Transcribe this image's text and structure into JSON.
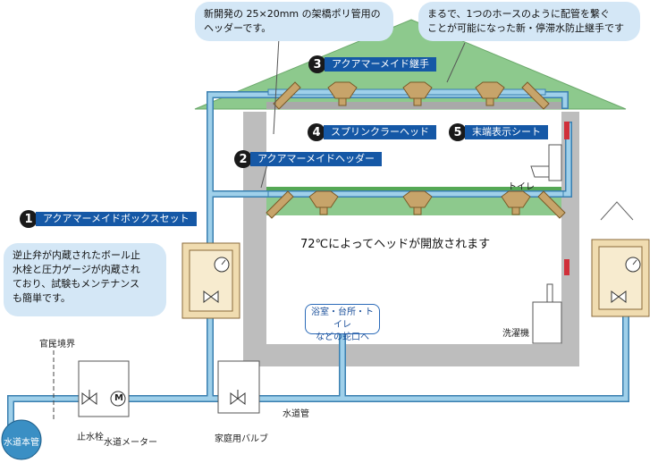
{
  "bubbles": {
    "new_header": [
      "新開発の 25×20mm の架橋ポリ管用の",
      "ヘッダーです。"
    ],
    "joint": [
      "まるで、1つのホースのように配管を繋ぐ",
      "ことが可能になった新・停滞水防止継手です"
    ],
    "box": [
      "逆止弁が内蔵されたボール止",
      "水栓と圧力ゲージが内蔵され",
      "ており、試験もメンテナンス",
      "も簡単です。"
    ]
  },
  "badges": [
    {
      "num": "1",
      "label": "アクアマーメイドボックスセット"
    },
    {
      "num": "2",
      "label": "アクアマーメイドヘッダー"
    },
    {
      "num": "3",
      "label": "アクアマーメイド継手"
    },
    {
      "num": "4",
      "label": "スプリンクラーヘッド"
    },
    {
      "num": "5",
      "label": "末端表示シート"
    }
  ],
  "labels": {
    "toilet": "トイレ",
    "washer": "洗濯機",
    "head_open": "72℃によってヘッドが開放されます",
    "boundary": "官民境界",
    "water_main": "水道本管",
    "stop_valve": "止水栓",
    "water_meter": "水道メーター",
    "house_valve": "家庭用バルブ",
    "water_pipe": "水道管"
  },
  "callout": [
    "浴室・台所・トイレ",
    "などの蛇口へ"
  ],
  "meter_symbol": "M",
  "colors": {
    "pipe": "#9fd0ea",
    "pipe_stroke": "#3a7fb0",
    "roof": "#8dc98d",
    "wall": "#bdbdbd",
    "floor": "#55a855",
    "box": "#f0dcb0",
    "badge_bar": "#1558a6",
    "bubble": "#d4e7f6"
  }
}
